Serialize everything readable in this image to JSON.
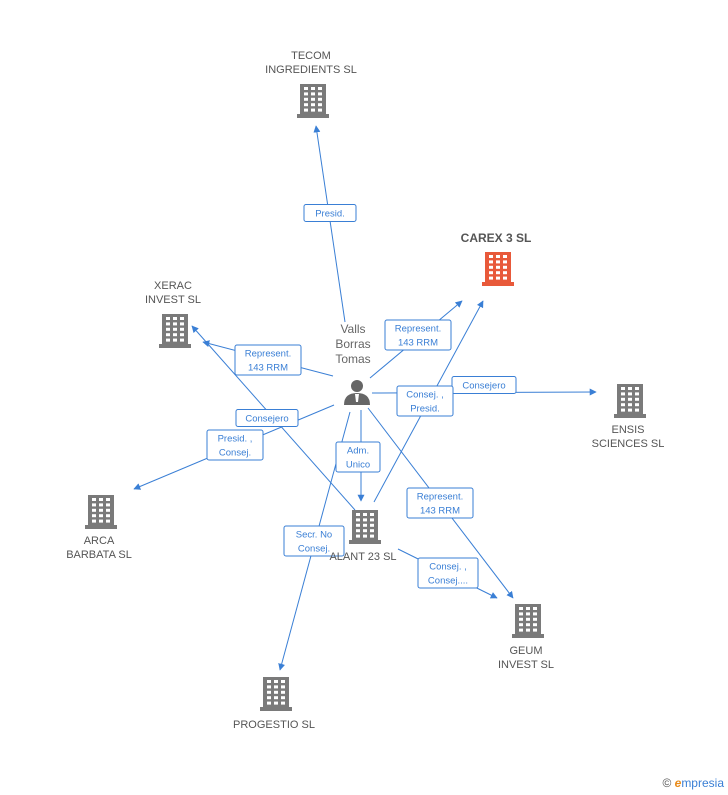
{
  "colors": {
    "edge": "#3a7fd5",
    "building": "#7a7a7a",
    "building_focus": "#e8593a",
    "person": "#666666"
  },
  "person": {
    "lines": [
      "Valls",
      "Borras",
      "Tomas"
    ],
    "icon": "person-icon"
  },
  "companies": [
    {
      "id": "tecom",
      "lines": [
        "TECOM",
        "INGREDIENTS SL"
      ],
      "focus": false,
      "icon": "building-icon"
    },
    {
      "id": "carex",
      "lines": [
        "CAREX 3 SL"
      ],
      "focus": true,
      "icon": "building-icon"
    },
    {
      "id": "xerac",
      "lines": [
        "XERAC",
        "INVEST SL"
      ],
      "focus": false,
      "icon": "building-icon"
    },
    {
      "id": "ensis",
      "lines": [
        "ENSIS",
        "SCIENCES SL"
      ],
      "focus": false,
      "icon": "building-icon"
    },
    {
      "id": "arca",
      "lines": [
        "ARCA",
        "BARBATA SL"
      ],
      "focus": false,
      "icon": "building-icon"
    },
    {
      "id": "alant",
      "lines": [
        "ALANT 23 SL"
      ],
      "focus": false,
      "icon": "building-icon"
    },
    {
      "id": "geum",
      "lines": [
        "GEUM",
        "INVEST SL"
      ],
      "focus": false,
      "icon": "building-icon"
    },
    {
      "id": "progestio",
      "lines": [
        "PROGESTIO SL"
      ],
      "focus": false,
      "icon": "building-icon"
    }
  ],
  "edges": [
    {
      "id": "e-tecom",
      "from": "person",
      "to": "tecom",
      "label": [
        "Presid."
      ]
    },
    {
      "id": "e-carex-p",
      "from": "person",
      "to": "carex",
      "label": [
        "Represent.",
        "143 RRM"
      ]
    },
    {
      "id": "e-xerac",
      "from": "person",
      "to": "xerac",
      "label": [
        "Represent.",
        "143 RRM"
      ]
    },
    {
      "id": "e-ensis",
      "from": "person",
      "to": "ensis",
      "label": [
        "Consejero"
      ]
    },
    {
      "id": "e-arca",
      "from": "person",
      "to": "arca",
      "label": [
        "Presid. ,",
        "Consej."
      ]
    },
    {
      "id": "e-alant",
      "from": "person",
      "to": "alant",
      "label": [
        "Adm.",
        "Unico"
      ]
    },
    {
      "id": "e-geum-p",
      "from": "person",
      "to": "geum",
      "label": [
        "Represent.",
        "143 RRM"
      ]
    },
    {
      "id": "e-progestio",
      "from": "person",
      "to": "progestio",
      "label": [
        "Secr. No",
        "Consej."
      ]
    },
    {
      "id": "e-carex-a",
      "from": "alant",
      "to": "carex",
      "label": [
        "Consej. ,",
        "Presid."
      ]
    },
    {
      "id": "e-xerac-a",
      "from": "alant",
      "to": "xerac",
      "label": [
        "Consejero"
      ]
    },
    {
      "id": "e-geum-a",
      "from": "alant",
      "to": "geum",
      "label": [
        "Consej. ,",
        "Consej...."
      ]
    }
  ],
  "footer": {
    "copyright": "©",
    "brand_initial": "e",
    "brand_rest": "mpresia"
  }
}
